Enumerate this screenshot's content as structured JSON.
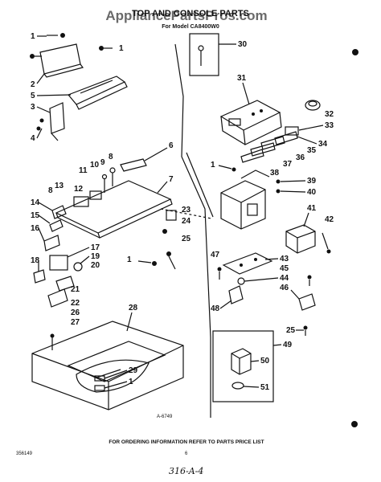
{
  "header": {
    "title": "TOP AND CONSOLE PARTS",
    "subtitle": "For Model CA8400W0",
    "watermark": "AppliancePartsPros.com"
  },
  "footer": {
    "ordering_note": "FOR ORDERING INFORMATION REFER TO PARTS PRICE LIST",
    "doc_number": "356149",
    "page_number": "6",
    "figure_code": "A-6749",
    "handwritten": "316-A-4"
  },
  "callouts": [
    "1",
    "2",
    "3",
    "4",
    "5",
    "6",
    "7",
    "8",
    "9",
    "10",
    "11",
    "12",
    "13",
    "14",
    "15",
    "16",
    "17",
    "18",
    "19",
    "20",
    "21",
    "22",
    "23",
    "24",
    "25",
    "26",
    "27",
    "28",
    "29",
    "30",
    "31",
    "32",
    "33",
    "34",
    "35",
    "36",
    "37",
    "38",
    "39",
    "40",
    "41",
    "42",
    "43",
    "44",
    "45",
    "46",
    "47",
    "48",
    "49",
    "50",
    "51"
  ],
  "colors": {
    "ink": "#111111",
    "paper": "#ffffff",
    "watermark": "#6a6a6a"
  }
}
